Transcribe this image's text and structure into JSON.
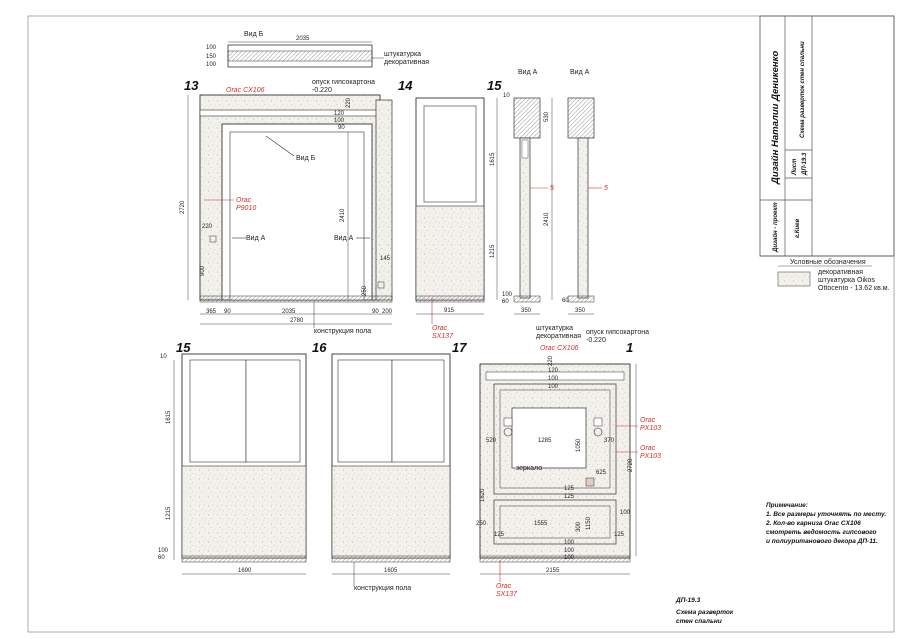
{
  "sheet": {
    "title_block": {
      "designer": "Дизайн Наталии Деникенко",
      "sheet_label": "Лист",
      "sheet_code": "ДП-19.3",
      "sheet_title": "Схема разверток стен спальни",
      "project_label": "Дизайн - проект",
      "city": "г.Киев"
    },
    "legend": {
      "title": "Условные обозначения",
      "item_line1": "декоративная",
      "item_line2": "штукатурка Oikos",
      "item_line3": "Ottocento - 13.62 кв.м."
    },
    "notes": {
      "title": "Примечание:",
      "line1": "1. Все размеры уточнять по месту.",
      "line2": "2. Кол-во карниза Orac CX106",
      "line3": "смотреть ведомость гипсового",
      "line4": "и полиуританового декора ДП-11."
    },
    "footer": {
      "code": "ДП-19.3",
      "title1": "Схема разверток",
      "title2": "стен спальни"
    }
  },
  "drawings": {
    "view_b": {
      "label": "Вид Б",
      "width": "2035",
      "d1": "100",
      "d2": "150",
      "d3": "100",
      "plaster1": "штукатурка",
      "plaster2": "декоративная"
    },
    "wall13": {
      "number": "13",
      "cornice": "Orac CX106",
      "drop1": "опуск гипсокартона",
      "drop2": "-0.220",
      "orac1": "Orac",
      "orac2": "P9010",
      "view_b": "Вид Б",
      "view_a_left": "Вид А",
      "view_a_right": "Вид А",
      "h_total": "2720",
      "h_opening": "2410",
      "t220": "220",
      "t120": "120",
      "t100": "100",
      "t90": "90",
      "s220": "220",
      "s900": "900",
      "s145": "145",
      "s250": "250",
      "b365": "365",
      "b90a": "90",
      "b2035": "2035",
      "b90b": "90",
      "b200": "200",
      "total": "2780",
      "floor": "конструкция пола"
    },
    "wall14": {
      "number": "14",
      "width": "915",
      "orac1": "Orac",
      "orac2": "SX137"
    },
    "wall15a": {
      "number": "15",
      "top10": "10",
      "h1615": "1615",
      "h1215": "1215",
      "h100": "100",
      "h60": "60",
      "view_a1": "Вид А",
      "view_a2": "Вид А",
      "h530": "530",
      "h2410": "2410",
      "five1": "5",
      "five2": "5",
      "w350a": "350",
      "w350b": "350",
      "w60": "60"
    },
    "wall15b": {
      "number": "15",
      "top10": "10",
      "h1615": "1615",
      "h1215": "1215",
      "h100": "100",
      "h60": "60",
      "width": "1690"
    },
    "wall16": {
      "number": "16",
      "width": "1605",
      "floor": "конструкция пола"
    },
    "wall17": {
      "number": "17"
    },
    "wall1": {
      "number": "1",
      "plaster1": "штукатурка",
      "plaster2": "декоративная",
      "drop1": "опуск гипсокартона",
      "drop2": "-0.220",
      "cornice": "Orac CX106",
      "t220": "220",
      "t120": "120",
      "t100a": "100",
      "t100b": "100",
      "px1a": "Orac",
      "px1b": "PX103",
      "px2a": "Orac",
      "px2b": "PX103",
      "d520": "520",
      "d1285": "1285",
      "d1050": "1050",
      "d370": "370",
      "d625": "625",
      "d2720": "2720",
      "mirror": "зеркало",
      "d125a": "125",
      "d125b": "125",
      "d1820": "1820",
      "d100": "100",
      "d250": "250",
      "d1555": "1555",
      "d300": "300",
      "d1150": "1150",
      "d125c": "125",
      "d125d": "125",
      "d100c": "100",
      "d100d": "100",
      "d100e": "100",
      "total": "2155",
      "orac1": "Orac",
      "orac2": "SX137"
    }
  }
}
